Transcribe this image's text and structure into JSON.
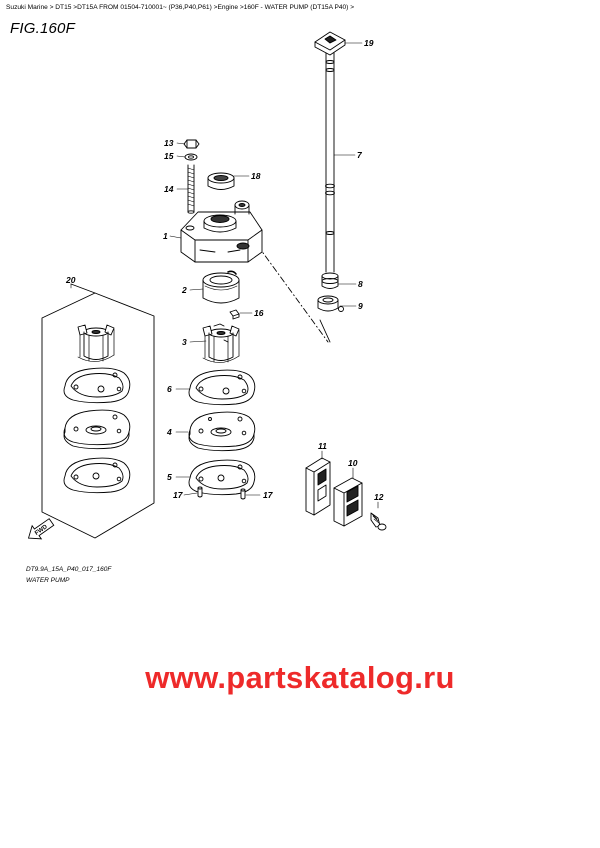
{
  "breadcrumb": "Suzuki Marine > DT15 >DT15A FROM 01504-710001~ (P36,P40,P61) >Engine >160F - WATER PUMP (DT15A P40) >",
  "figure_title": "FIG.160F",
  "diagram_code": "DT9.9A_15A_P40_017_160F",
  "caption": "WATER PUMP",
  "fwd_label": "FWD",
  "watermark": "www.partskatalog.ru",
  "callouts": {
    "c1": "1",
    "c2": "2",
    "c3": "3",
    "c4": "4",
    "c5": "5",
    "c6": "6",
    "c7": "7",
    "c8": "8",
    "c9": "9",
    "c10": "10",
    "c11": "11",
    "c12": "12",
    "c13": "13",
    "c14": "14",
    "c15": "15",
    "c16": "16",
    "c17a": "17",
    "c17b": "17",
    "c18": "18",
    "c19": "19",
    "c20": "20"
  },
  "colors": {
    "watermark": "#ee2a2a",
    "line": "#000000"
  }
}
